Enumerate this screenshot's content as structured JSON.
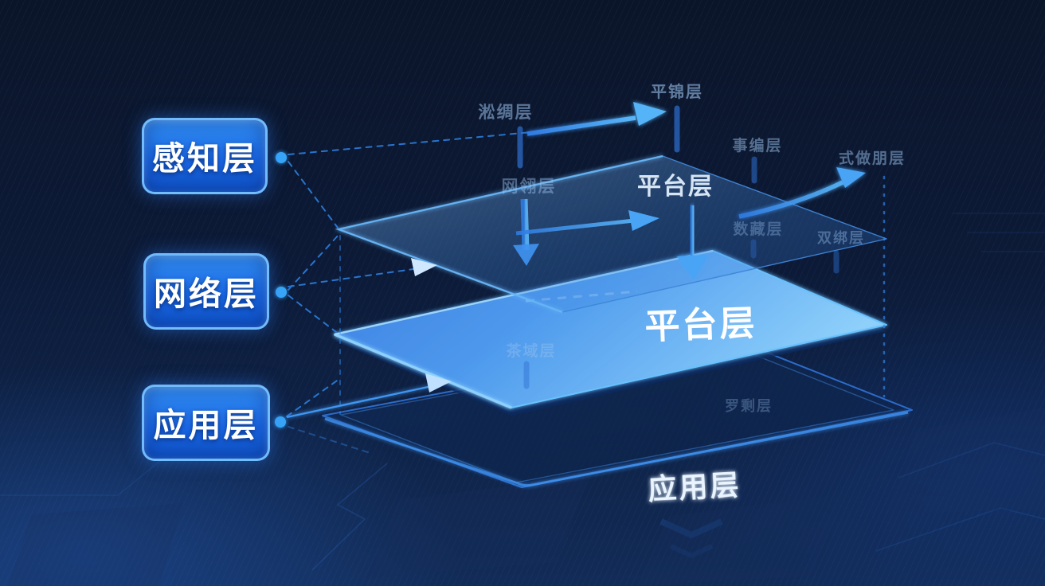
{
  "diagram": {
    "side_buttons": [
      {
        "label": "感知层"
      },
      {
        "label": "网络层"
      },
      {
        "label": "应用层"
      }
    ],
    "layer_labels": {
      "top": "平台层",
      "middle": "平台层",
      "bottom": "应用层"
    },
    "faint_labels": [
      {
        "text": "淞绸层"
      },
      {
        "text": "平锦层"
      },
      {
        "text": "事编层"
      },
      {
        "text": "式做朋层"
      },
      {
        "text": "网翎层"
      },
      {
        "text": "数藏层"
      },
      {
        "text": "双绑层"
      },
      {
        "text": "茶域层"
      },
      {
        "text": "罗剩层"
      }
    ],
    "colors": {
      "background": "#0c1730",
      "accent": "#2f86f0",
      "button_fill": "#1e6fe8",
      "button_border": "#6cbaff",
      "layer_fill": "#3d8df0",
      "text": "#ffffff"
    }
  }
}
